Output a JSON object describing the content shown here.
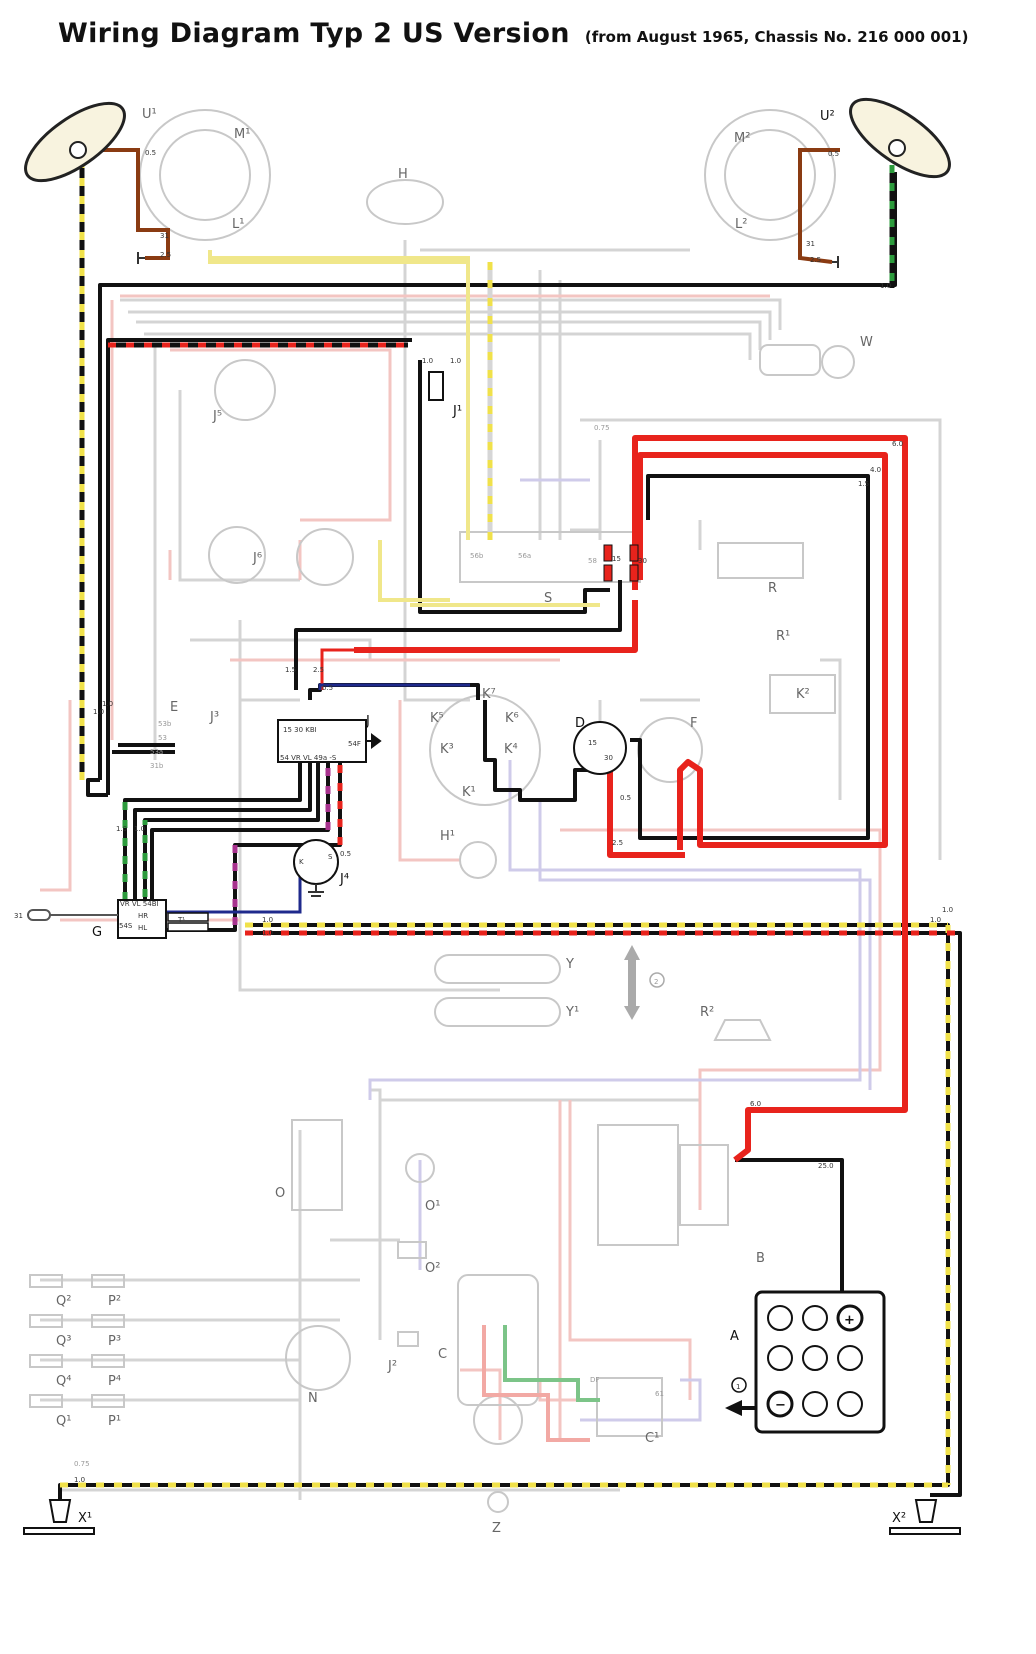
{
  "title": {
    "main": "Wiring Diagram Typ 2 US Version",
    "sub": "(from August 1965, Chassis No. 216 000 001)"
  },
  "components": {
    "U1": "U¹",
    "U2": "U²",
    "M1": "M¹",
    "M2": "M²",
    "L1": "L¹",
    "L2": "L²",
    "H": "H",
    "H1": "H¹",
    "W": "W",
    "J1": "J¹",
    "J2": "J²",
    "J3": "J³",
    "J4": "J⁴",
    "J5": "J⁵",
    "J6": "J⁶",
    "J": "J",
    "S": "S",
    "R": "R",
    "R1": "R¹",
    "R2": "R²",
    "K2": "K²",
    "K1": "K¹",
    "K3": "K³",
    "K4": "K⁴",
    "K5": "K⁵",
    "K6": "K⁶",
    "K7": "K⁷",
    "D": "D",
    "E": "E",
    "F": "F",
    "G": "G",
    "T1": "T¹",
    "Y": "Y",
    "Y1": "Y¹",
    "O": "O",
    "O1": "O¹",
    "O2": "O²",
    "B": "B",
    "A": "A",
    "C": "C",
    "C1": "C¹",
    "N": "N",
    "Z": "Z",
    "X1": "X¹",
    "X2": "X²",
    "Q1": "Q¹",
    "Q2": "Q²",
    "Q3": "Q³",
    "Q4": "Q⁴",
    "P1": "P¹",
    "P2": "P²",
    "P3": "P³",
    "P4": "P⁴"
  },
  "terminals": {
    "j_relay_top": "15 30 KBI",
    "j_relay_right": "54F",
    "j_relay_bottom": "54 VR VL 49a -S",
    "g_switch_top": "VR VL 54BI",
    "g_switch_mid": "HR",
    "g_switch_bot": "HL",
    "g_switch_left": "54S",
    "t56b": "56b",
    "t56a": "56a",
    "t58": "58",
    "t15": "15",
    "t30": "30",
    "t31": "31",
    "t53": "53",
    "t53a": "53a",
    "t53b": "53b",
    "t31b": "31b",
    "t61": "61",
    "ts": "S",
    "tk": "K",
    "tdf": "DF"
  },
  "gauges": {
    "g05": "0.5",
    "g075": "0.75",
    "g10": "1.0",
    "g15": "1.5",
    "g25": "2.5",
    "g40": "4.0",
    "g60": "6.0",
    "g250": "25.0"
  },
  "legend_marks": {
    "circle1": "1",
    "circle2": "2"
  },
  "colors": {
    "red": "#e8231c",
    "black": "#111111",
    "yellow": "#f0e14a",
    "green": "#2c9b3c",
    "brown": "#8a3b12",
    "blue": "#1f2a8c",
    "gray": "#cfcfcf",
    "pink": "#f2c0bd",
    "lilac": "#c7c3e6"
  }
}
